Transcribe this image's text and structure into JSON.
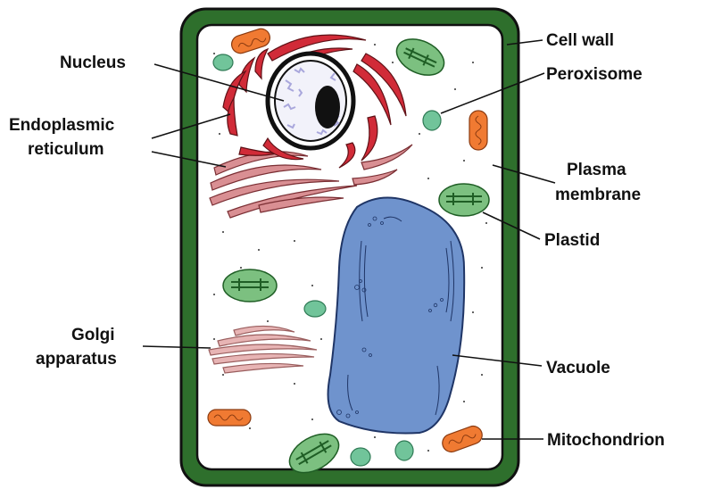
{
  "colors": {
    "cell_wall": "#2e6f2c",
    "cytoplasm": "#ffffff",
    "rough_er": "#d12b38",
    "smooth_er": "#d98f93",
    "golgi": "#e7b4b4",
    "vacuole": "#6f93cd",
    "plastid": "#7cc080",
    "mitochondrion": "#f07a32",
    "peroxisome": "#71c49a",
    "nucleus_envelope": "#111111",
    "chromatin": "#a9a7dc",
    "nucleolus": "#111111"
  },
  "labels": {
    "cell_wall": "Cell wall",
    "nucleus": "Nucleus",
    "peroxisome": "Peroxisome",
    "er_line1": "Endoplasmic",
    "er_line2": "reticulum",
    "plasma_line1": "Plasma",
    "plasma_line2": "membrane",
    "plastid": "Plastid",
    "golgi_line1": "Golgi",
    "golgi_line2": "apparatus",
    "vacuole": "Vacuole",
    "mitochondrion": "Mitochondrion"
  }
}
